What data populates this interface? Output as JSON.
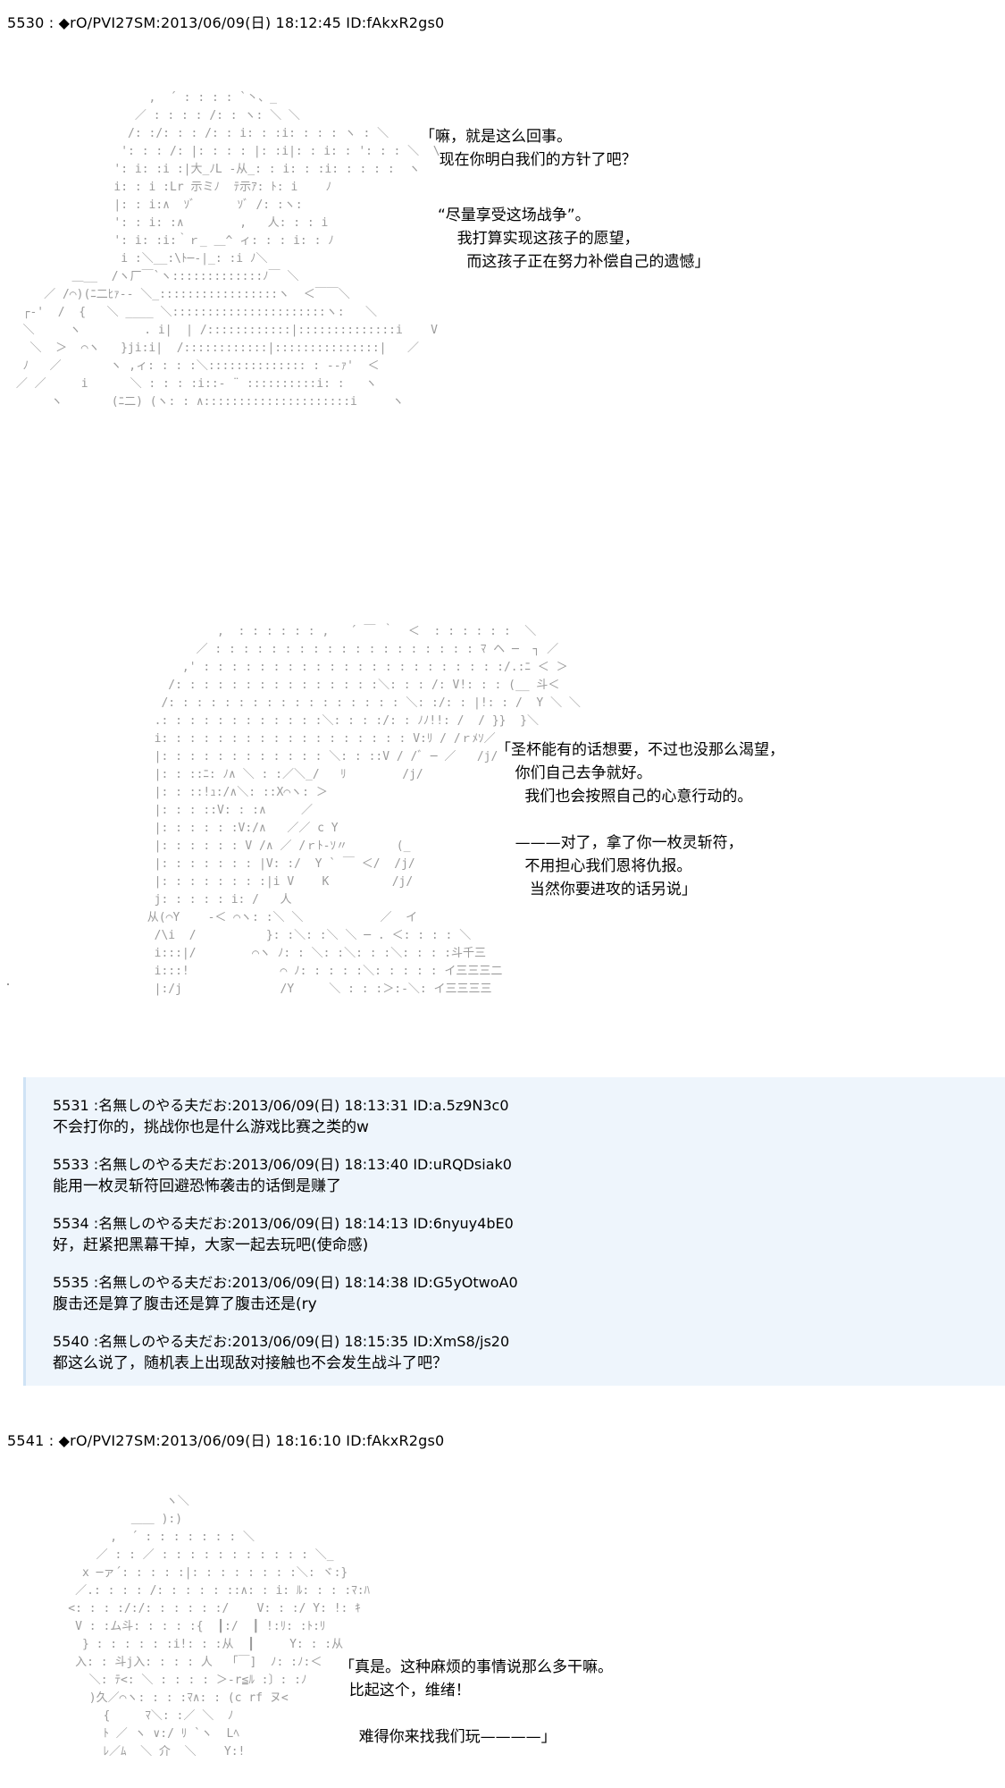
{
  "post1": {
    "header": "5530 : ◆rO/PVI27SM:2013/06/09(日) 18:12:45 ID:fAkxR2gs0",
    "speech1": "「嘛，就是这么回事。\n    现在你明白我们的方针了吧？",
    "speech2": "“尽量享受这场战争”。\n    我打算实现这孩子的愿望，\n      而这孩子正在努力补偿自己的遗憾」",
    "speech3": "「圣杯能有的话想要，不过也没那么渴望，\n    你们自己去争就好。\n      我们也会按照自己的心意行动的。\n\n    ———对了，拿了你一枚灵斩符，\n      不用担心我们恩将仇报。\n       当然你要进攻的话另说」"
  },
  "replies": [
    {
      "header": "5531 :名無しのやる夫だお:2013/06/09(日) 18:13:31 ID:a.5z9N3c0",
      "text": "不会打你的，挑战你也是什么游戏比赛之类的w"
    },
    {
      "header": "5533 :名無しのやる夫だお:2013/06/09(日) 18:13:40 ID:uRQDsiak0",
      "text": "能用一枚灵斩符回避恐怖袭击的话倒是赚了"
    },
    {
      "header": "5534 :名無しのやる夫だお:2013/06/09(日) 18:14:13 ID:6nyuy4bE0",
      "text": "好，赶紧把黑幕干掉，大家一起去玩吧(使命感)"
    },
    {
      "header": "5535 :名無しのやる夫だお:2013/06/09(日) 18:14:38 ID:G5yOtwoA0",
      "text": "腹击还是算了腹击还是算了腹击还是(ry"
    },
    {
      "header": "5540 :名無しのやる夫だお:2013/06/09(日) 18:15:35 ID:XmS8/js20",
      "text": "都这么说了，随机表上出现敌对接触也不会发生战斗了吧？"
    }
  ],
  "post2": {
    "header": "5541 : ◆rO/PVI27SM:2013/06/09(日) 18:16:10 ID:fAkxR2gs0",
    "speech": "「真是。这种麻烦的事情说那么多干嘛。\n  比起这个，维绪！\n\n    难得你来找我们玩————」"
  },
  "ascii_art": {
    "aa1": "                    ,  ´ : : : : `丶、_\n                  ／ : : : : /: : ヽ: ＼ ＼\n                 /: :/: : : /: : i: : :i: : : : ヽ : ＼\n                ': : : /: |: : : : |: :i|: : i: : ': : : ＼  \\\n               ': i: :i :|大_ﾉL -从_: : i: : :i: : : : :  ヽ\n               i: : i :Lr 示ミﾉ  ﾃ示ｱ: ﾄ: i    ﾉ\n               |: : i:∧  ｿﾞ      ｿﾞ /: :ヽ:\n               ': : i: :∧        ,   人: : : i\n               ': i: :i:｀ｒ_ ＿^ ィ: : : i: : ﾉ\n                i :＼__:\\ﾄ─‐|_: :i ﾉ＼\n         ＿__  /ヽ厂￣`ヽ:::::::::::::ﾉ￣ ＼\n     ／ /⌒)(ﾆ二ﾋｧ-‐ ＼_:::::::::::::::::ヽ  ＜￣￣＼\n  ┌‐'  /  {   ＼ ____ ＼::::::::::::::::::::::ヽ:   ＼\n  ＼     ヽ         . i|  | /::::::::::::|::::::::::::::i    V\n   ＼  ＞  ⌒ヽ   }ji:i|  /::::::::::::|:::::::::::::::|   ／\n  ﾉ   ／       ヽ ,ィ: : : :＼:::::::::::::: : -‐ｧ'  ＜\n ／ ／     i      ＼ : : : :i::‐ ¨ ::::::::::i: :   ヽ\n      ヽ       (ﾆ二) (ヽ: : ∧:::::::::::::::::::::i     ヽ",
    "aa2": "                 ,  : : : : : : ,   ´ ￣ ｀  ＜  : : : : : :  ＼\n              ／ : : : : : : : : : : : : : : : : : : : ﾏ ヘ ─  ┐ ／\n            ,' : : : : : : : : : : : : : : : : : : : : : :/.:ﾆ ＜ ＞\n          /: : : : : : : : : : : : : : :＼: : : /: V!: : : (__ 斗＜\n         /: : : : : : : : : : : : : : : : : ＼: :/: : |!: : /  Y ＼ ＼\n        .: : : : : : : : : : : :＼: : : :/: : ﾉﾉ!!: /  / }}  }＼\n        i: : : : : : : : : : : : : : : : : : V:ﾘ / /ｒﾒｿ／\n        |: : : : : : : : : : : : ＼: : ::V / /ﾞ ─ ／   /j/\n        |: : ::ﾆ: ﾉ∧ ＼ : :／＼_/   ﾘ        /j/\n        |: : ::!ｭ:/∧＼: ::X⌒ヽ: ＞\n        |: : : ::V: : :∧     ／\n        |: : : : : :V:/∧   ／／ c Y\n        |: : : : : : V /∧ ／ /ｒﾄ‐ｿ〃       (_\n        |: : : : : : : |V: :/  Y ` ￣ ＜/  /j/\n        |: : : : : : : :|i V    K         /j/\n        j: : : : : i: /   人\n       从(⌒Y    -＜ ⌒ヽ: :＼ ＼           ／  イ\n        /\\i  /          }: :＼: :＼ ＼ ─ . ＜: : : : ＼\n        i:::|/        ⌒ヽ ﾉ: : ＼: :＼: : :＼: : : :斗千三\n        i:::!             ⌒ ﾉ: : : : :＼: : : : : イ三三三二\n        |:/j              /Y     ＼ : : :＞:‐＼: イ三三三三",
    "aa3": "                  ヽ＼\n             ＿＿ ):)\n          ,  ´ : : : : : : : ＼\n        ／ : : ／ : : : : : : : : : : : ＼_\n      x ─ァ´: : : : :|: : : : : : : :＼: ヾ:}\n     ／.: : : : /: : : : : ::∧: : i: ﾙ: : : :ﾏ:ﾊ\n    <: : : :/:/: : : : : :/    V: : :/ Y: !: ｷ\n     V : :ム斗: : : : :{  ┃:/  ┃ !:ﾘ: :ﾄ:ﾘ\n      } : : : : : :i!: : :从  ┃     Y: : :从\n     入: : 斗j入: : : : 人  「￣]  ﾉ: :ﾉ:＜\n       ＼: ﾃ<: ＼ : : : : ＞-r≦ﾙ :〕: :ﾉ\n       )久／⌒ヽ: : : :ﾏ∧: : (c rf ヌ<\n         {     ﾏ＼: :／ ＼  ﾉ\n         ﾄ ／ ヽ ∨:/ ﾘ `ヽ  Lﾍ\n         ﾚ／ﾑ  ＼ 介  ＼    Y:!"
  },
  "colors": {
    "reply_bg": "#eef5fc",
    "art": "#9a9a9a"
  }
}
